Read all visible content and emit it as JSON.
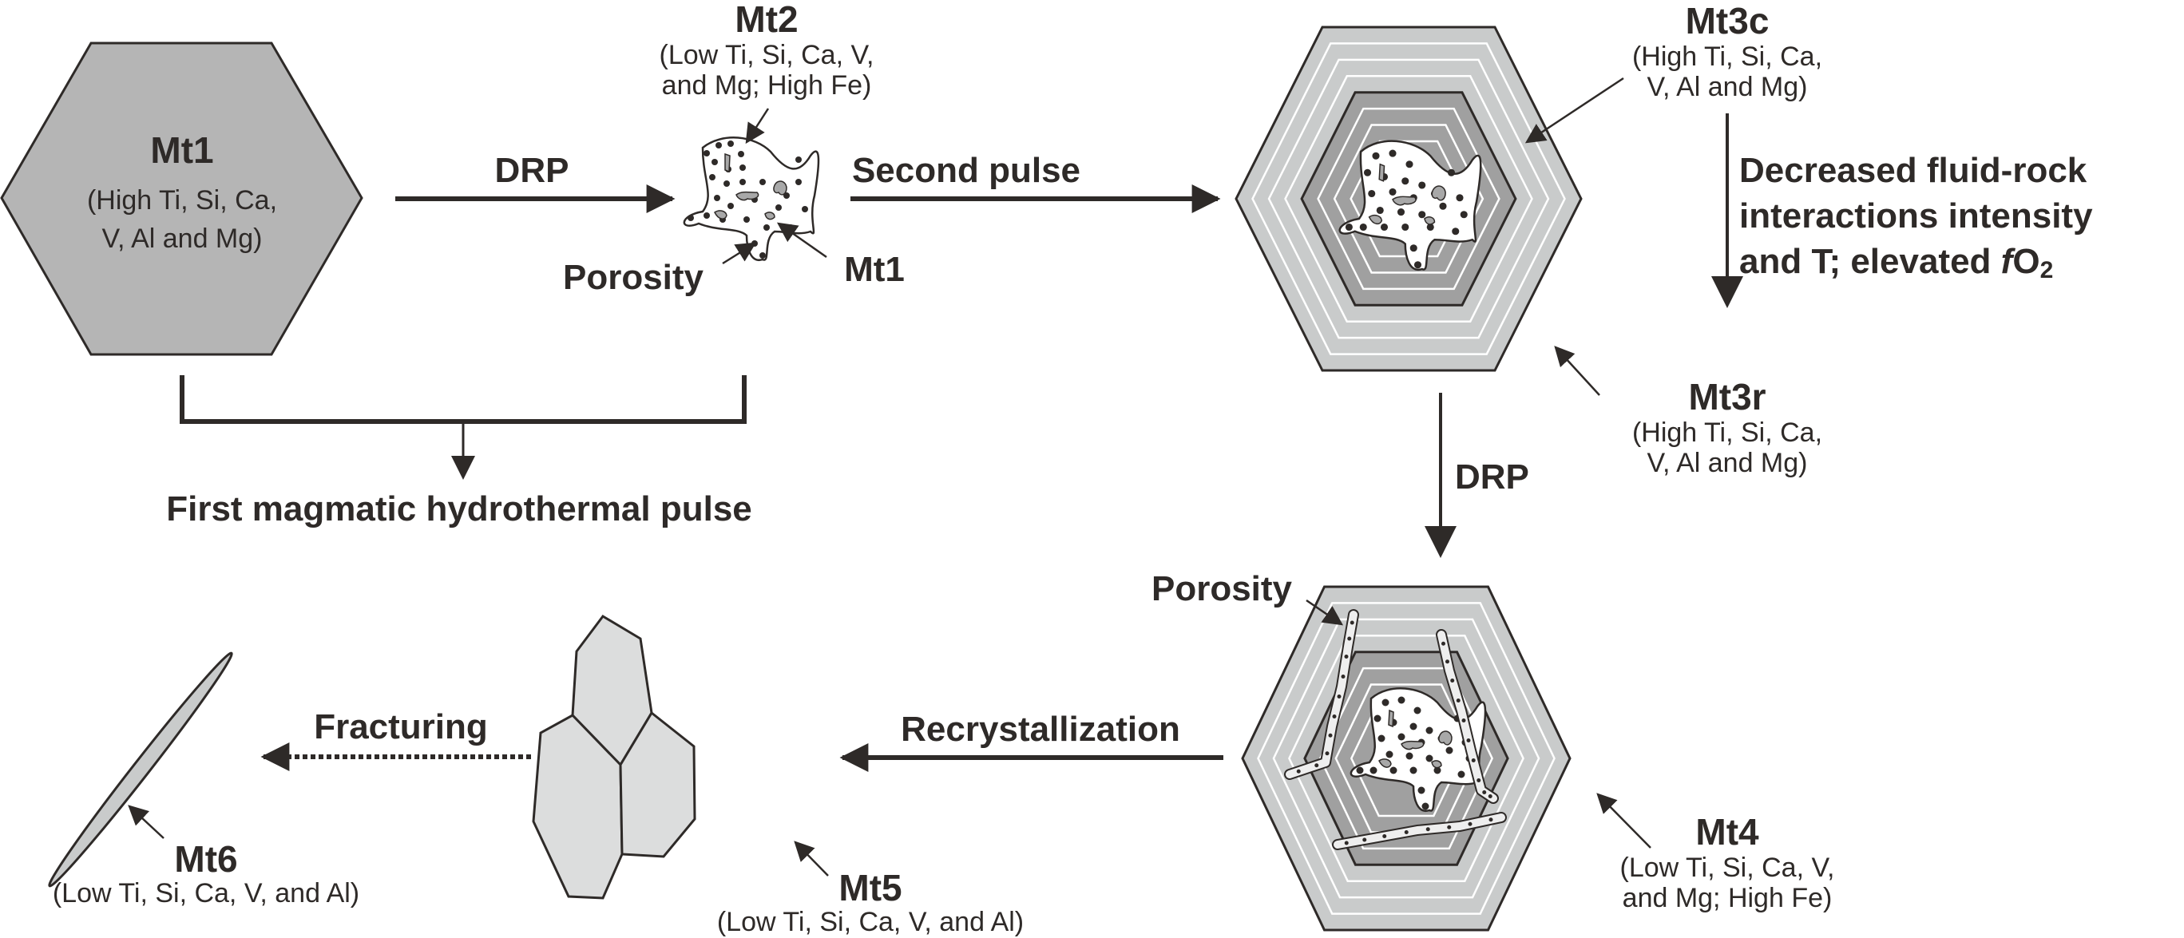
{
  "title": "Magnetite evolution schematic",
  "colors": {
    "ink": "#2e2a28",
    "mt1_fill": "#b5b5b5",
    "zone_light": "#c9cbcb",
    "zone_dark": "#a0a0a0",
    "grain_fill": "#ffffff",
    "inclusion_fill": "#a8a8a8",
    "vein_fill": "#eeeeee",
    "mt5_fill": "#dcdddd",
    "mt6_fill": "#c9cbcb"
  },
  "stages": {
    "mt1": {
      "name": "Mt1",
      "desc_line1": "(High Ti, Si, Ca,",
      "desc_line2": "V, Al and Mg)"
    },
    "mt2": {
      "name": "Mt2",
      "desc_line1": "(Low Ti, Si, Ca, V,",
      "desc_line2": "and Mg; High Fe)",
      "porosity_label": "Porosity",
      "relict_label": "Mt1"
    },
    "mt3c": {
      "name": "Mt3c",
      "desc_line1": "(High Ti, Si, Ca,",
      "desc_line2": "V, Al and Mg)"
    },
    "mt3r": {
      "name": "Mt3r",
      "desc_line1": "(High Ti, Si, Ca,",
      "desc_line2": "V, Al and Mg)"
    },
    "mt4": {
      "name": "Mt4",
      "desc_line1": "(Low Ti, Si, Ca, V,",
      "desc_line2": "and Mg; High Fe)",
      "porosity_label": "Porosity"
    },
    "mt5": {
      "name": "Mt5",
      "desc": "(Low Ti, Si, Ca, V, and Al)"
    },
    "mt6": {
      "name": "Mt6",
      "desc": "(Low Ti, Si, Ca, V, and Al)"
    }
  },
  "processes": {
    "drp_1": "DRP",
    "second_pulse": "Second pulse",
    "first_pulse": "First magmatic hydrothermal pulse",
    "conditions_line1": "Decreased fluid-rock",
    "conditions_line2": "interactions intensity",
    "conditions_line3_pre": "and T; elevated ",
    "conditions_line3_f": "f",
    "conditions_line3_o": "O",
    "conditions_line3_sub": "2",
    "drp_2": "DRP",
    "recrystallization": "Recrystallization",
    "fracturing": "Fracturing"
  }
}
